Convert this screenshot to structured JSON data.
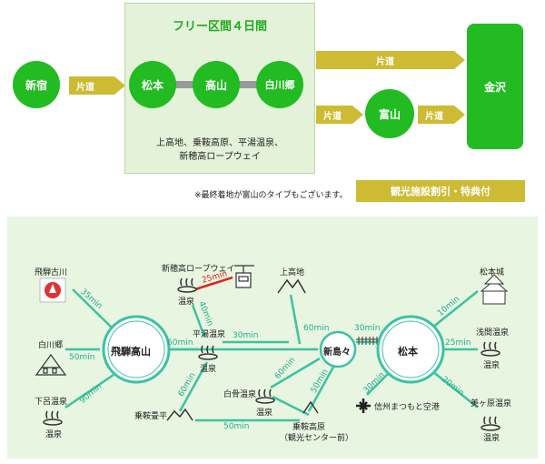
{
  "top": {
    "free_title": "フリー区間４日間",
    "shinjuku": "新宿",
    "matsumoto": "松本",
    "takayama": "高山",
    "shirakawago": "白川郷",
    "toyama": "富山",
    "kanazawa": "金沢",
    "oneway": "片道",
    "areas_line1": "上高地、乗鞍高原、平湯温泉、",
    "areas_line2": "新穂高ロープウェイ",
    "note": "※最終着地が富山のタイプもございます。",
    "discount": "観光施設割引・特典付"
  },
  "map": {
    "hida_furukawa": "飛騨古川",
    "shirakawago": "白川郷",
    "gero": "下呂温泉",
    "hida_takayama": "飛騨高山",
    "shinhotaka": "新穂高ロープウェイ",
    "hirayu": "平湯温泉",
    "kamikochi": "上高地",
    "norikuradaira": "乗鞍畳平",
    "shirahone": "白骨温泉",
    "norikura_kogen_1": "乗鞍高原",
    "norikura_kogen_2": "（観光センター前）",
    "shinshimashima": "新島々",
    "matsumoto": "松本",
    "matsumoto_castle": "松本城",
    "asama": "浅間温泉",
    "utsukushigahara": "美ヶ原温泉",
    "airport": "信州まつもと空港",
    "onsen": "温泉",
    "t35": "35min",
    "t50a": "50min",
    "t90": "90min",
    "t25a": "25min",
    "t40": "40min",
    "t60a": "60min",
    "t30a": "30min",
    "t60b": "60min",
    "t60c": "60min",
    "t50b": "50min",
    "t30b": "30min",
    "t50c": "50min",
    "t10": "10min",
    "t25b": "25min",
    "t20": "20min",
    "t30c": "30min"
  },
  "colors": {
    "green": "#22bb22",
    "gold": "#cdbb33",
    "teal": "#3cc2a2",
    "red": "#dd2222",
    "panel": "#e4f2da"
  }
}
